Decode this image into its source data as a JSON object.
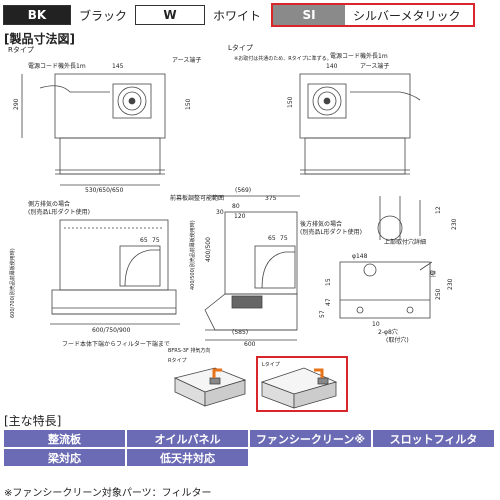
{
  "legend": [
    {
      "code": "BK",
      "name": "ブラック"
    },
    {
      "code": "W",
      "name": "ホワイト"
    },
    {
      "code": "SI",
      "name": "シルバーメタリック"
    }
  ],
  "section_title": "[製品寸法図]",
  "rtype_label": "Rタイプ",
  "ltype_label": "Lタイプ",
  "ltype_note": "※お取付は共通のため、Rタイプに準ずる。",
  "labels": {
    "power_cord": "電源コード機外長1m",
    "earth": "アース端子",
    "side_exhaust": "側方排気の場合",
    "side_exhaust_sub": "(別売品L形ダクト使用)",
    "rear_exhaust": "後方排気の場合",
    "rear_exhaust_sub": "(別売品L形ダクト使用)",
    "front_panel": "前幕板調整可能範囲",
    "hood_to_filter": "フード本体下端からフィルター下端まで",
    "upper_mount": "上部取付穴詳細",
    "mount_holes": "(取付穴)",
    "wall": "壁",
    "vert_range": "600/700(別売品前幕板使用時)",
    "vert_range2": "400/500(別売品前幕板使用時)",
    "model": "BFRS-3F 排気方向",
    "r_small": "Rタイプ",
    "l_small": "Lタイプ"
  },
  "dims": {
    "d145": "145",
    "d290": "290",
    "d150": "150",
    "d140": "140",
    "w_top": "530/650/650",
    "d569": "(569)",
    "d375": "375",
    "d30": "30",
    "d80": "80",
    "d120": "120",
    "d65": "65",
    "d75": "75",
    "d400": "400/500",
    "d12": "12",
    "d230": "230",
    "d148": "φ148",
    "d15": "15",
    "d47": "47",
    "d57": "57",
    "d10": "10",
    "w_bottom": "600/750/900",
    "d585": "(585)",
    "d600": "600",
    "d250": "250",
    "d2": "2-φ8穴"
  },
  "features_title": "[主な特長]",
  "features": [
    [
      "整流板",
      "オイルパネル",
      "ファンシークリーン※",
      "スロットフィルタ"
    ],
    [
      "梁対応",
      "低天井対応"
    ]
  ],
  "footnote": "※ファンシークリーン対象パーツ：フィルター",
  "colors": {
    "accent": "#d9262b",
    "tag": "#6b6bb5",
    "silver": "#8a8a8a",
    "black": "#222222"
  }
}
